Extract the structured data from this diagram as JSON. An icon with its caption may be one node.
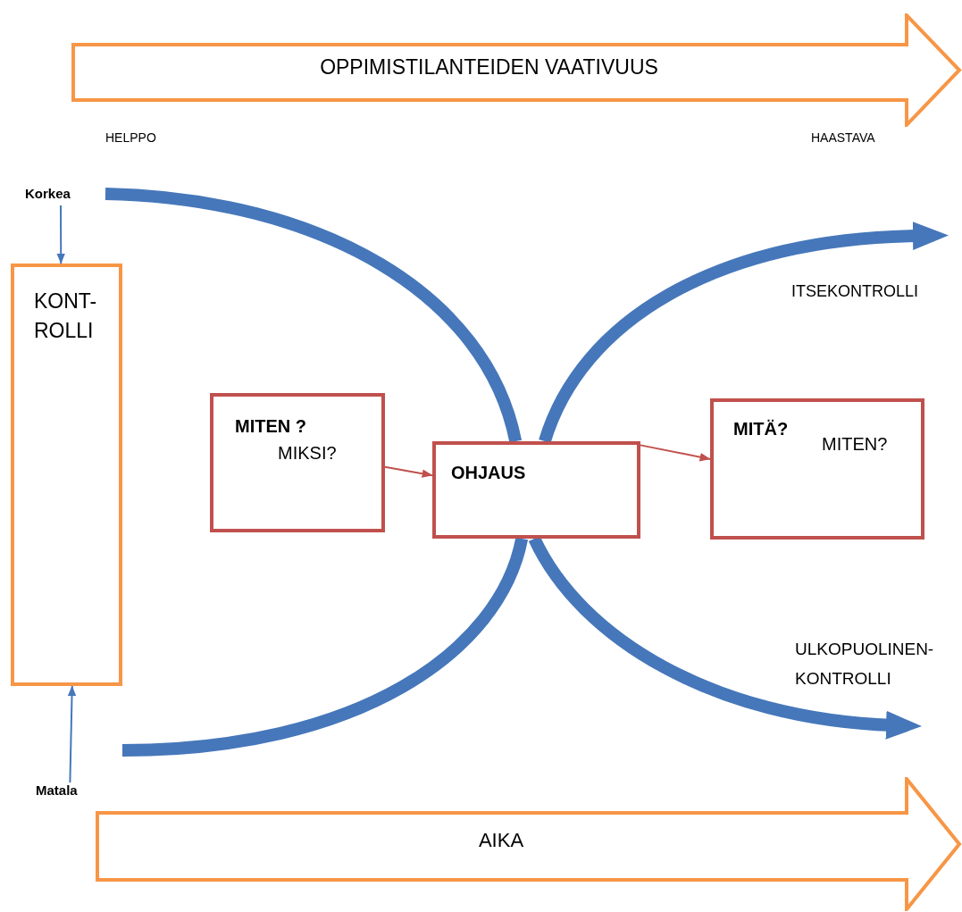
{
  "diagram": {
    "nodes": [
      {
        "text": [
          "OPPIMISTILANTEIDEN VAATIVUUS"
        ]
      },
      {
        "text": [
          "Korkea"
        ]
      },
      {
        "text": [
          "KONT- ROLLI"
        ]
      },
      {
        "text": [
          "Matala"
        ]
      },
      {
        "text": [
          "MITEN ?",
          "MIKSI?"
        ]
      },
      {
        "text": [
          "OHJAUS"
        ]
      },
      {
        "text": [
          "MITÄ?",
          "MITEN?"
        ]
      },
      {
        "text": [
          "AIKA"
        ]
      }
    ],
    "edges": [
      {
        "from": 1,
        "to": 2,
        "arrow": "to"
      },
      {
        "from": 3,
        "to": 2,
        "arrow": "to"
      },
      {
        "from": 4,
        "to": 5,
        "arrow": "to",
        "color": "#c0504d"
      },
      {
        "from": 5,
        "to": 6,
        "arrow": "to",
        "color": "#c0504d"
      },
      {
        "from": null,
        "to": 5,
        "arrow": "none",
        "style": "thick"
      },
      {
        "from": 5,
        "to": null,
        "arrow": "to",
        "style": "thick"
      },
      {
        "from": null,
        "to": 5,
        "arrow": "none",
        "style": "thick"
      },
      {
        "from": 5,
        "to": null,
        "arrow": "to",
        "style": "thick"
      }
    ],
    "labels": [
      "HELPPO",
      "HAASTAVA",
      "ITSEKONTROLLI",
      "ULKOPUOLINEN- KONTROLLI"
    ]
  }
}
